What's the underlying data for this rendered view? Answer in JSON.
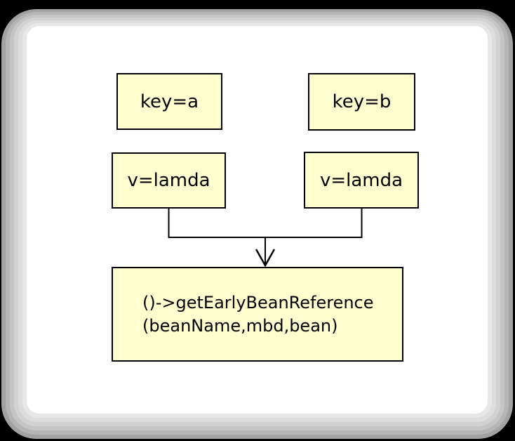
{
  "diagram": {
    "nodes": {
      "key_a": {
        "label": "key=a"
      },
      "key_b": {
        "label": "key=b"
      },
      "v_left": {
        "label": "v=lamda"
      },
      "v_right": {
        "label": "v=lamda"
      },
      "result": {
        "line1": "()->getEarlyBeanReference",
        "line2": "(beanName,mbd,bean)"
      }
    },
    "edges": [
      {
        "from": "v_left",
        "to": "result",
        "type": "merge-arrow"
      },
      {
        "from": "v_right",
        "to": "result",
        "type": "merge-arrow"
      }
    ],
    "colors": {
      "backdrop": "#000000",
      "canvas": "#ffffff",
      "frame_shadow_outer": "#a2a2a2",
      "frame_shadow_inner": "#e7e7e7",
      "node_fill": "#fefece",
      "node_border": "#000000",
      "connector": "#000000",
      "text": "#000000"
    }
  }
}
